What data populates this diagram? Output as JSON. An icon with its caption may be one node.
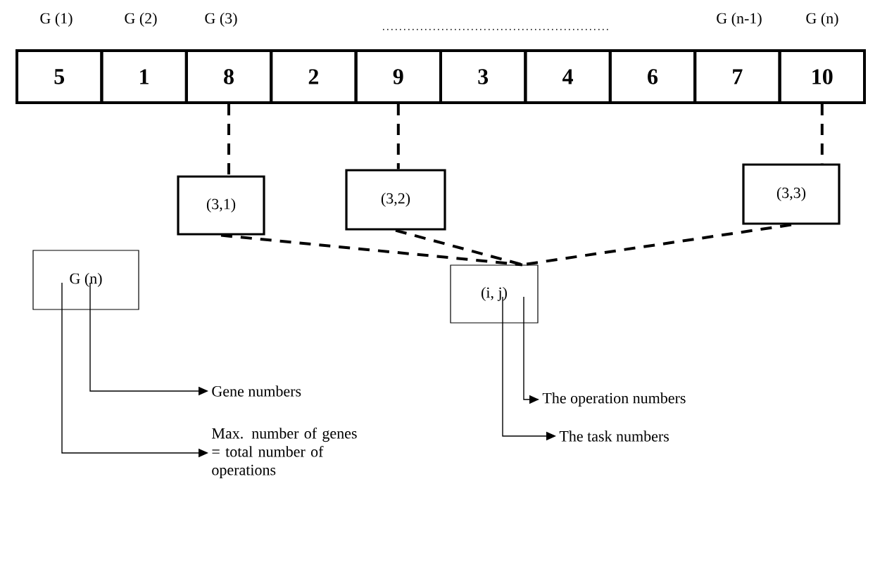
{
  "diagram": {
    "nodes": [
      {
        "text": [
          "5"
        ]
      },
      {
        "text": [
          "1"
        ]
      },
      {
        "text": [
          "8"
        ]
      },
      {
        "text": [
          "2"
        ]
      },
      {
        "text": [
          "9"
        ]
      },
      {
        "text": [
          "3"
        ]
      },
      {
        "text": [
          "4"
        ]
      },
      {
        "text": [
          "6"
        ]
      },
      {
        "text": [
          "7"
        ]
      },
      {
        "text": [
          "10"
        ]
      },
      {
        "text": [
          "(3,1)"
        ]
      },
      {
        "text": [
          "(3,2)"
        ]
      },
      {
        "text": [
          "(3,3)"
        ]
      },
      {
        "text": [
          "(i, j)"
        ]
      },
      {
        "text": [
          "G (n)"
        ]
      },
      {
        "text": [
          "Gene numbers"
        ]
      },
      {
        "text": [
          "Max. number of genes = total number of operations"
        ]
      },
      {
        "text": [
          "The operation numbers"
        ]
      },
      {
        "text": [
          "The task numbers"
        ]
      }
    ],
    "edges": [
      {
        "from": 2,
        "to": 10,
        "arrow": "none",
        "style": "dashed"
      },
      {
        "from": 4,
        "to": 11,
        "arrow": "none",
        "style": "dashed"
      },
      {
        "from": 9,
        "to": 12,
        "arrow": "none",
        "style": "dashed"
      },
      {
        "from": 10,
        "to": 13,
        "arrow": "none",
        "style": "dashed"
      },
      {
        "from": 11,
        "to": 13,
        "arrow": "none",
        "style": "dashed"
      },
      {
        "from": 12,
        "to": 13,
        "arrow": "none",
        "style": "dashed"
      },
      {
        "from": 14,
        "to": 15,
        "arrow": "to"
      },
      {
        "from": 14,
        "to": 16,
        "arrow": "to"
      },
      {
        "from": 13,
        "to": 17,
        "arrow": "to"
      },
      {
        "from": 13,
        "to": 18,
        "arrow": "to"
      }
    ],
    "labels": [
      "G (1)",
      "G (2)",
      "G (3)",
      "G (n-1)",
      "G (n)"
    ]
  }
}
